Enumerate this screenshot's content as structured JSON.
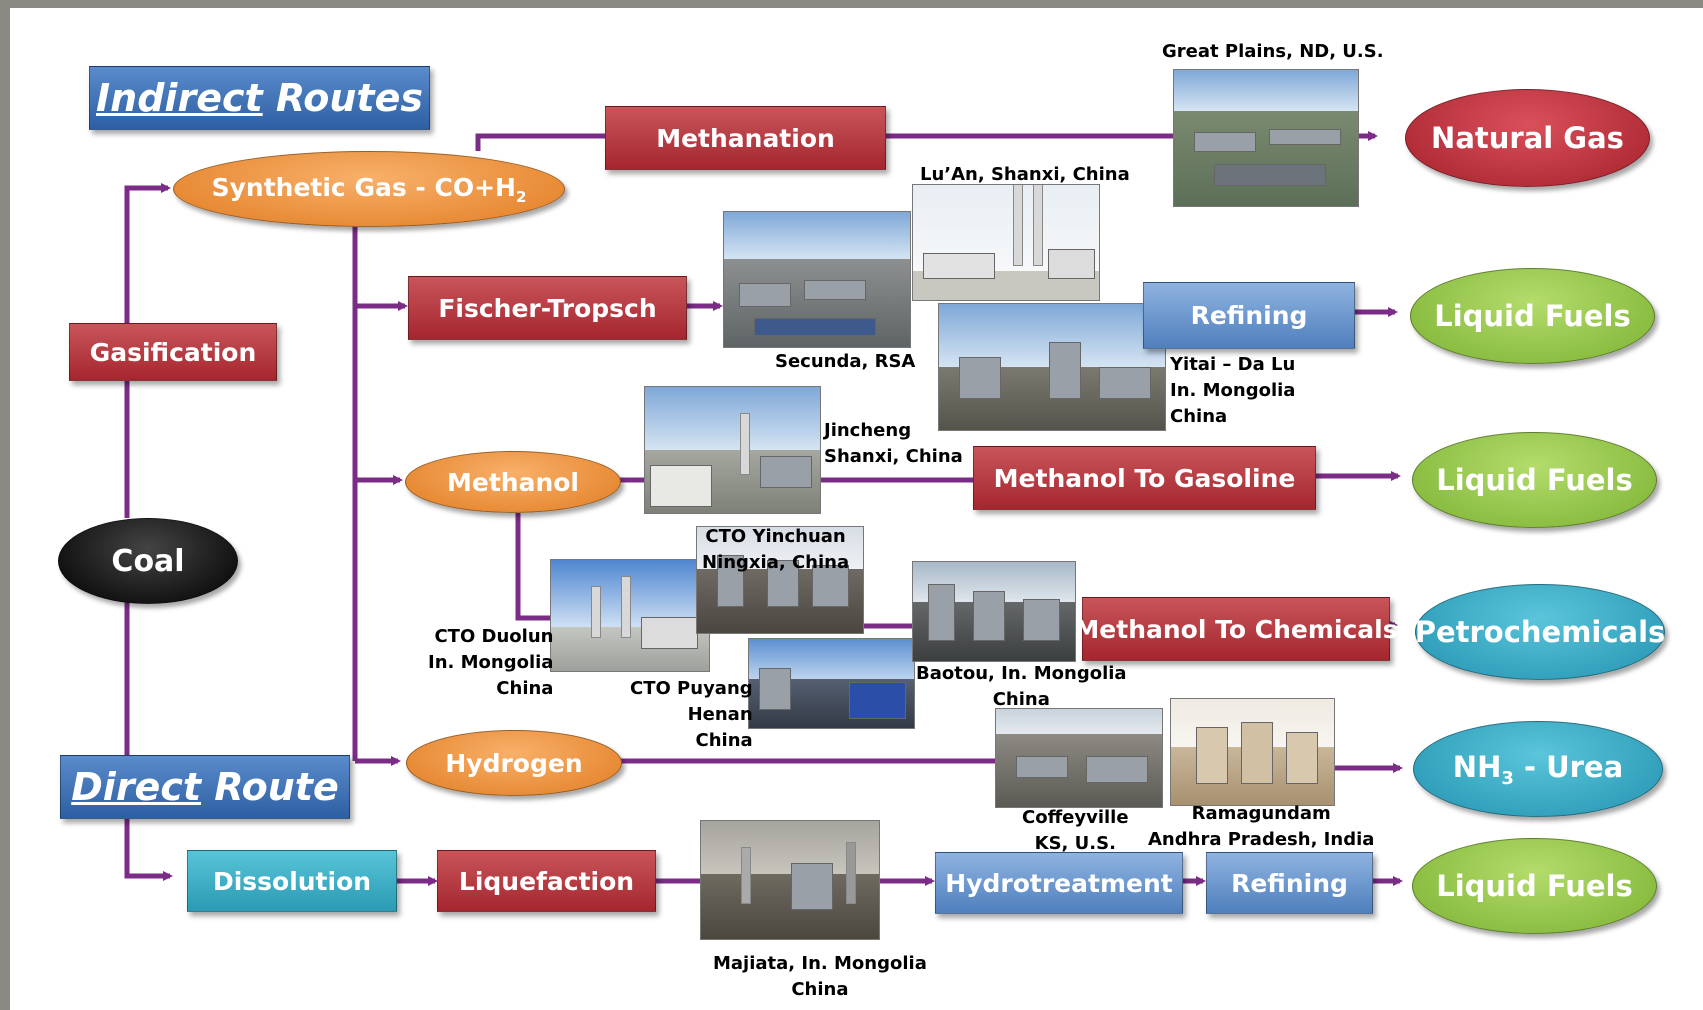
{
  "titles": {
    "indirect_underlined": "Indirect",
    "indirect_rest": " Routes",
    "direct_underlined": "Direct",
    "direct_rest": " Route"
  },
  "nodes": {
    "coal": "Coal",
    "gasification": "Gasification",
    "synthetic_gas": "Synthetic Gas - CO+H",
    "synthetic_gas_sub": "2",
    "methanation": "Methanation",
    "fischer_tropsch": "Fischer-Tropsch",
    "refining_1": "Refining",
    "methanol": "Methanol",
    "methanol_to_gasoline": "Methanol To Gasoline",
    "methanol_to_chemicals": "Methanol To Chemicals",
    "hydrogen": "Hydrogen",
    "dissolution": "Dissolution",
    "liquefaction": "Liquefaction",
    "hydrotreatment": "Hydrotreatment",
    "refining_2": "Refining"
  },
  "products": {
    "natural_gas": "Natural Gas",
    "liquid_fuels_1": "Liquid Fuels",
    "liquid_fuels_2": "Liquid Fuels",
    "petrochemicals": "Petrochemicals",
    "nh3_pre": "NH",
    "nh3_sub": "3",
    "nh3_post": " - Urea",
    "liquid_fuels_3": "Liquid Fuels"
  },
  "captions": {
    "great_plains": "Great Plains, ND, U.S.",
    "luan": "Lu’An, Shanxi, China",
    "secunda": "Secunda, RSA",
    "yitai_1": "Yitai – Da Lu",
    "yitai_2": "In. Mongolia",
    "yitai_3": "China",
    "jincheng_1": "Jincheng",
    "jincheng_2": "Shanxi, China",
    "yinchuan_1": "CTO Yinchuan",
    "yinchuan_2": "Ningxia, China",
    "duolun_1": "CTO Duolun",
    "duolun_2": "In. Mongolia",
    "duolun_3": "China",
    "puyang_1": "CTO Puyang",
    "puyang_2": "Henan",
    "puyang_3": "China",
    "baotou_1": "Baotou, In. Mongolia",
    "baotou_2": "China",
    "coffeyville_1": "Coffeyville",
    "coffeyville_2": "KS, U.S.",
    "ramagundam_1": "Ramagundam",
    "ramagundam_2": "Andhra Pradesh, India",
    "majiata_1": "Majiata, In. Mongolia",
    "majiata_2": "China"
  },
  "colors": {
    "arrow": "#7b2c87",
    "process_red": "#b5323b",
    "process_blue": "#6b97cf",
    "process_teal": "#3bb0c9",
    "intermediate_orange": "#ee9640",
    "product_green": "#93c54b",
    "product_maroon": "#b92f3a",
    "product_cyan": "#34a9c4"
  }
}
